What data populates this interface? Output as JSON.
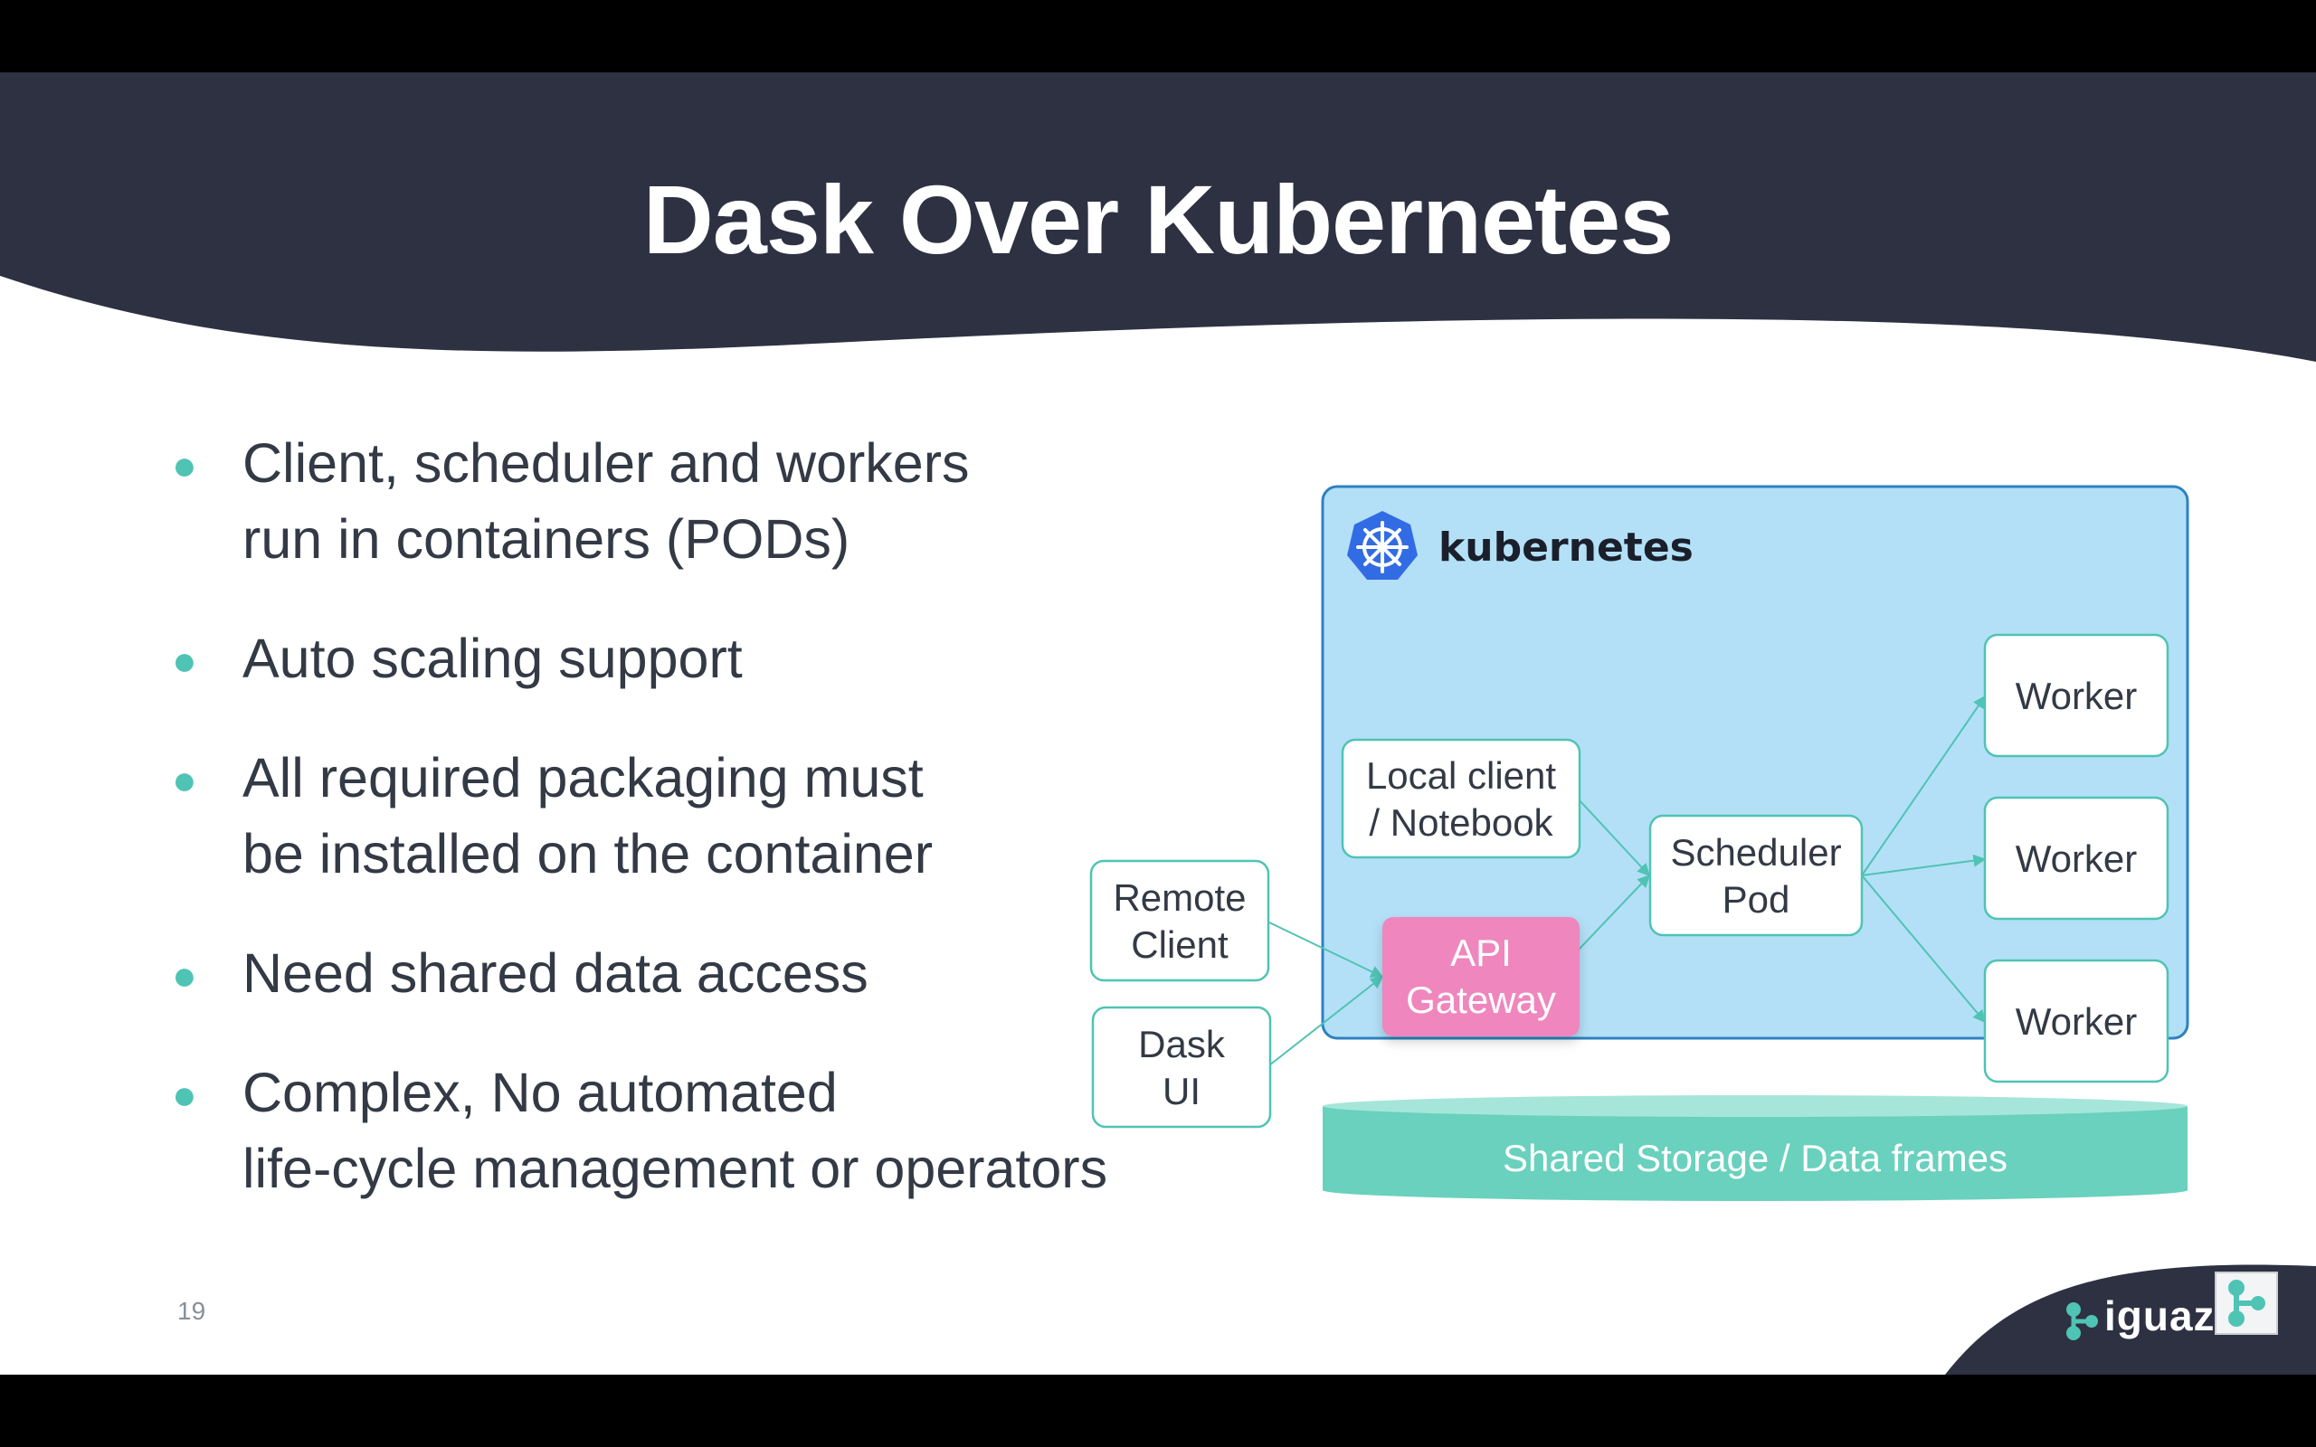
{
  "slide": {
    "title": "Dask Over Kubernetes",
    "number": "19",
    "bullets": [
      {
        "text": "Client, scheduler and workers\nrun in containers (PODs)"
      },
      {
        "text": "Auto scaling support"
      },
      {
        "text": "All required packaging must\nbe installed on the container"
      },
      {
        "text": "Need shared data access"
      },
      {
        "text": "Complex, No automated\nlife-cycle management or operators"
      }
    ]
  },
  "diagram": {
    "cluster_label": "kubernetes",
    "local_client": [
      "Local client",
      "/ Notebook"
    ],
    "scheduler": [
      "Scheduler",
      "Pod"
    ],
    "gateway": [
      "API",
      "Gateway"
    ],
    "remote_client": [
      "Remote",
      "Client"
    ],
    "dask_ui": [
      "Dask",
      "UI"
    ],
    "workers": [
      {
        "label": "Worker"
      },
      {
        "label": "Worker"
      },
      {
        "label": "Worker"
      }
    ],
    "storage_label": "Shared Storage / Data frames"
  },
  "brand": {
    "name": "iguazio",
    "logo_icon": "iguazio-logo-icon"
  },
  "colors": {
    "header_navy": "#2d3142",
    "accent_teal": "#4fc3b4",
    "cluster_fill": "#b3e0f7",
    "cluster_border": "#2e82bf",
    "gateway_pink": "#ef86bd",
    "storage_teal": "#69d1bd",
    "k8s_blue": "#326ce5"
  }
}
